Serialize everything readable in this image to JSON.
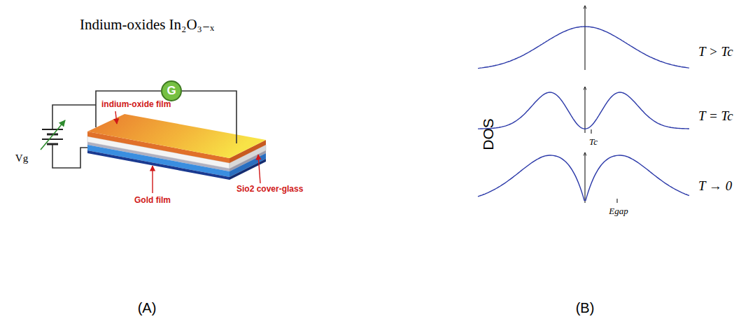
{
  "diagram": {
    "nodes": [
      {
        "text": [
          "G"
        ]
      }
    ],
    "labels": [
      "Indium-oxides In₂O₃₋ₓ",
      "indium-oxide film",
      "Vg",
      "Sio2 cover-glass",
      "Gold film",
      "DOS",
      "T > Tc",
      "T = Tc",
      "T → 0",
      "Tc",
      "Egap",
      "(A)",
      "(B)"
    ]
  }
}
